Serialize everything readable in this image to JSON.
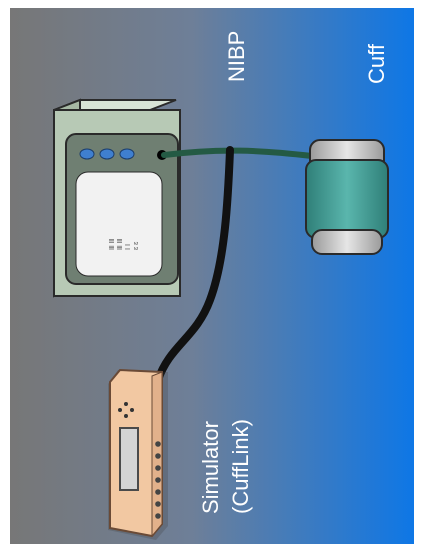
{
  "diagram": {
    "labels": {
      "nibp": "NIBP",
      "cuff": "Cuff",
      "simulator": "Simulator",
      "simulator_sub": "(CuffLink)"
    },
    "monitor_screen_text": [
      "Ⅲ Ⅲ",
      "Ⅲ Ⅲ",
      "Ⅰ Ⅰ",
      "ɛ ɛ"
    ],
    "colors": {
      "background_left": "#7a7a7a",
      "background_right": "#0f78e6",
      "monitor_body": "#b7c9b5",
      "monitor_panel": "#6f7f72",
      "monitor_buttons": "#3f7fcf",
      "cuff_body": "#4aa59d",
      "cuff_caps": "#d8d8d8",
      "hose_green": "#245a44",
      "cable_black": "#111111",
      "simulator_body": "#f2c8a2"
    }
  }
}
